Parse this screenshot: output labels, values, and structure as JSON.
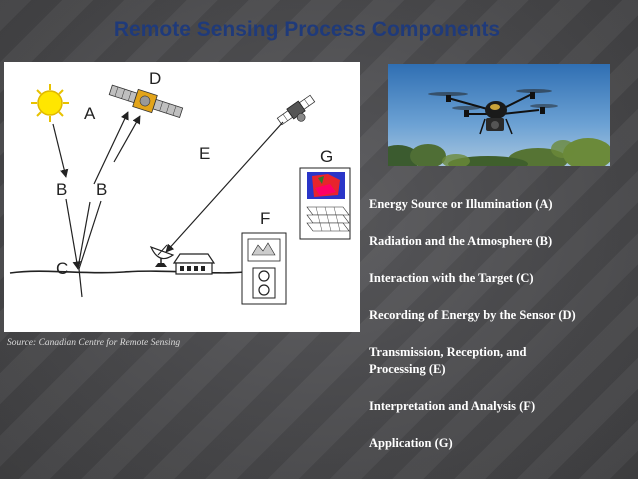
{
  "slide": {
    "title": "Remote Sensing Process Components",
    "source_caption": "Source: Canadian Centre for Remote Sensing"
  },
  "diagram": {
    "labels": {
      "a": "A",
      "b1": "B",
      "b2": "B",
      "c": "C",
      "d": "D",
      "e": "E",
      "f": "F",
      "g": "G"
    }
  },
  "components": [
    "Energy Source or Illumination (A)",
    "Radiation and the Atmosphere (B)",
    "Interaction with the Target (C)",
    "Recording of Energy by the Sensor (D)",
    "Transmission, Reception, and Processing (E)",
    "Interpretation and Analysis (F)",
    "Application (G)"
  ],
  "colors": {
    "title": "#1f3a7a",
    "text": "#ffffff",
    "caption": "#d8d8d8"
  },
  "icons": [
    "sun-icon",
    "satellite-icon",
    "relay-satellite-icon",
    "dish-antenna-icon",
    "ground-station-icon",
    "display-monitor-icon",
    "map-display-icon",
    "drone-icon"
  ]
}
